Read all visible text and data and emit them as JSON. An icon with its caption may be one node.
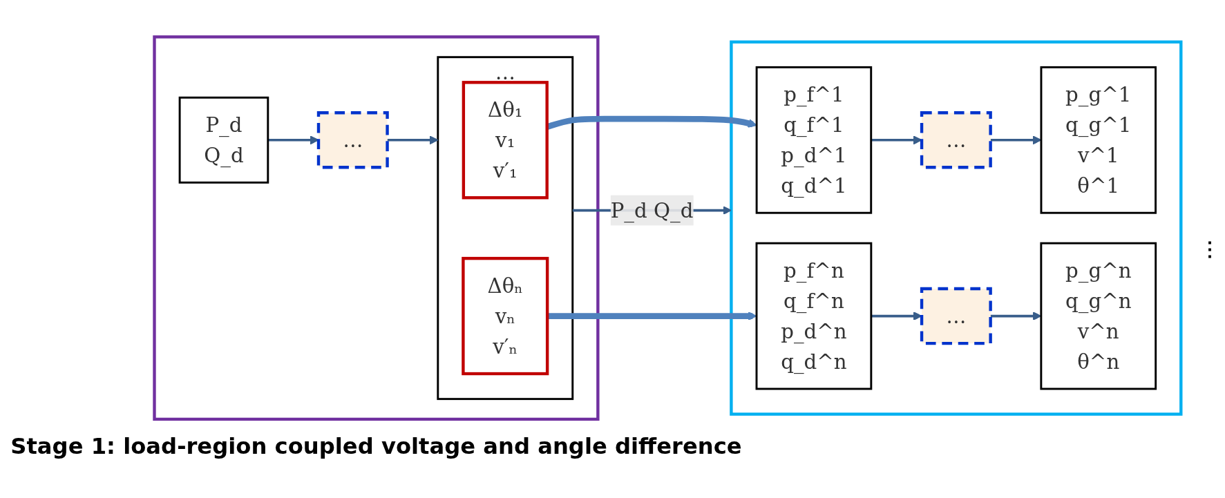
{
  "diagram": {
    "nodes": [
      {
        "text": [
          "Stage 1: load-region coupled voltage and angle difference"
        ]
      },
      {
        "text": [
          "P_d",
          "Q_d"
        ],
        "in": 0
      },
      {
        "text": [
          "…"
        ],
        "in": 0
      },
      {
        "text": [
          "…"
        ],
        "in": 0
      },
      {
        "text": [
          "Δθ₁",
          "v₁",
          "v′₁"
        ],
        "in": 3
      },
      {
        "text": [
          "Δθₙ",
          "vₙ",
          "v′ₙ"
        ],
        "in": 3
      },
      {
        "text": [],
        "shape": "box"
      },
      {
        "text": [
          "p_f^1",
          "q_f^1",
          "p_d^1",
          "q_d^1"
        ],
        "in": 6
      },
      {
        "text": [
          "…"
        ],
        "in": 6
      },
      {
        "text": [
          "p_g^1",
          "q_g^1",
          "v^1",
          "θ^1"
        ],
        "in": 6
      },
      {
        "text": [
          "p_f^n",
          "q_f^n",
          "p_d^n",
          "q_d^n"
        ],
        "in": 6
      },
      {
        "text": [
          "…"
        ],
        "in": 6
      },
      {
        "text": [
          "p_g^n",
          "q_g^n",
          "v^n",
          "θ^n"
        ],
        "in": 6
      }
    ],
    "edges": [
      {
        "from": 1,
        "to": 2,
        "arrow": "to"
      },
      {
        "from": 2,
        "to": 3,
        "arrow": "to"
      },
      {
        "from": 4,
        "to": 7,
        "arrow": "to",
        "style": "thick",
        "color": "#4f81bd"
      },
      {
        "from": 3,
        "to": 6,
        "arrow": "to",
        "label": "P_d Q_d"
      },
      {
        "from": 5,
        "to": 10,
        "arrow": "to",
        "style": "thick",
        "color": "#4f81bd"
      },
      {
        "from": 7,
        "to": 8,
        "arrow": "to"
      },
      {
        "from": 8,
        "to": 9,
        "arrow": "to"
      },
      {
        "from": 10,
        "to": 11,
        "arrow": "to"
      },
      {
        "from": 11,
        "to": 12,
        "arrow": "to"
      }
    ],
    "labels": [
      "⋮"
    ]
  }
}
